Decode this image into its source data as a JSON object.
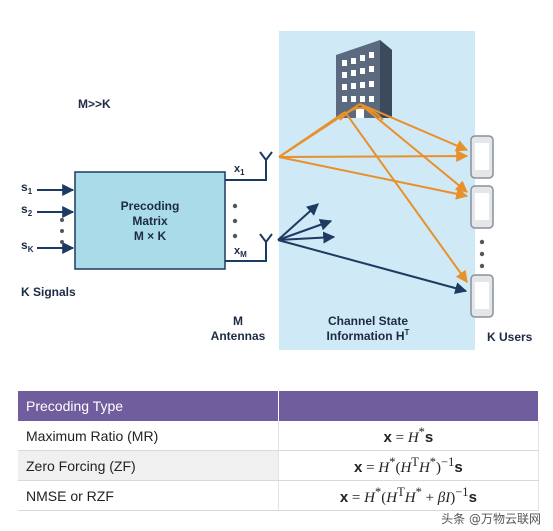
{
  "diagram": {
    "condition": "M>>K",
    "inputs": [
      {
        "base": "s",
        "sub": "1"
      },
      {
        "base": "s",
        "sub": "2"
      },
      {
        "base": "s",
        "sub": "K"
      }
    ],
    "k_signals_label": "K Signals",
    "matrix": {
      "line1": "Precoding",
      "line2": "Matrix",
      "line3": "M × K"
    },
    "outputs": [
      {
        "base": "x",
        "sub": "1"
      },
      {
        "base": "x",
        "sub": "M"
      }
    ],
    "m_antennas": {
      "line1": "M",
      "line2": "Antennas"
    },
    "csi": {
      "line1": "Channel State",
      "line2": "Information H",
      "sup": "T"
    },
    "k_users_label": "K Users",
    "colors": {
      "matrix_fill": "#a9dbe8",
      "channel_fill": "#cfe9f6",
      "orange_arrow": "#e8902a",
      "navy": "#1d3a63",
      "building": "#5b6a7f"
    },
    "icons": [
      "antenna-icon",
      "building-icon",
      "phone-icon"
    ]
  },
  "table": {
    "headers": [
      "Precoding Type",
      ""
    ],
    "rows": [
      {
        "type": "Maximum Ratio (MR)",
        "formula": "x = H*s"
      },
      {
        "type": "Zero Forcing (ZF)",
        "formula": "x = H*(H^T H*)^-1 s"
      },
      {
        "type": "NMSE or RZF",
        "formula": "x = H*(H^T H* + βI)^-1 s"
      }
    ],
    "header_color": "#6f5d9e"
  },
  "watermark": "头条 @万物云联网"
}
